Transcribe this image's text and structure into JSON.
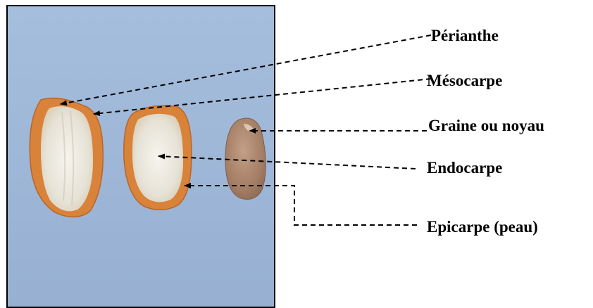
{
  "labels": {
    "perianthe": "Périanthe",
    "mesocarpe": "Mésocarpe",
    "graine": "Graine ou noyau",
    "endocarpe": "Endocarpe",
    "epicarpe": "Epicarpe (peau)"
  },
  "colors": {
    "photo_background": "#9fb8d8",
    "frame": "#000000",
    "leader_line": "#000000",
    "epicarp_orange": "#d9823a",
    "mesocarp_white": "#ece7dc",
    "seed_brown": "#a9836a"
  }
}
